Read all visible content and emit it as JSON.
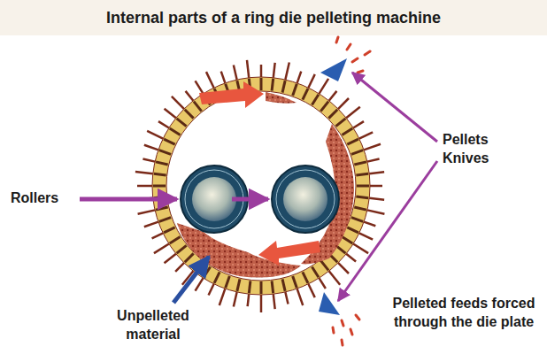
{
  "diagram": {
    "title": "Internal parts of a ring die pelleting machine",
    "labels": [
      "Rollers",
      "Pellets Knives",
      "Unpelleted material",
      "Pelleted feeds forced through the die plate"
    ]
  }
}
